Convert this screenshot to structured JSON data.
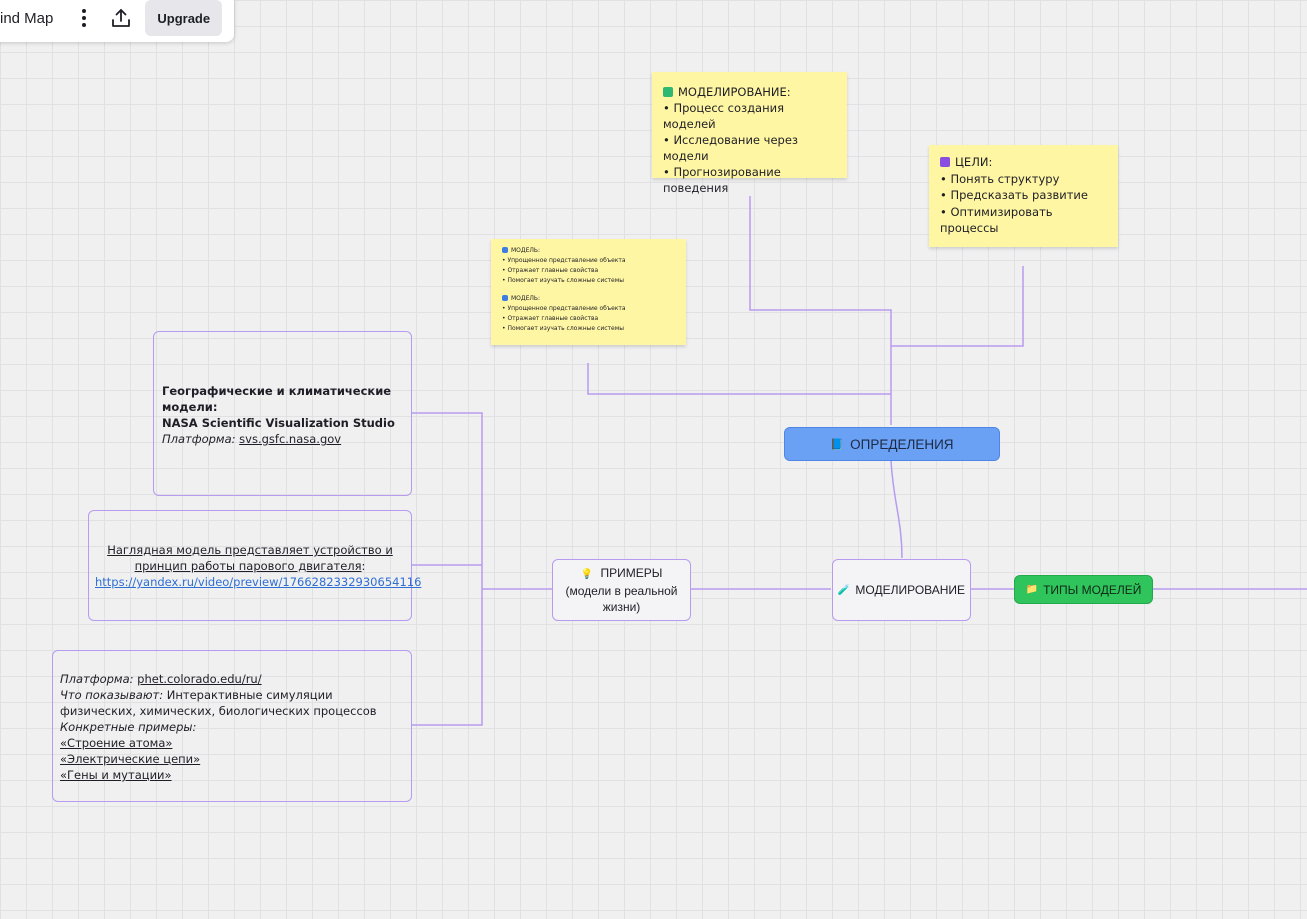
{
  "toolbar": {
    "title": "ind Map",
    "menu_icon": "more-vertical-icon",
    "share_icon": "upload-icon",
    "upgrade_label": "Upgrade"
  },
  "stickies": {
    "modeling": {
      "title": "МОДЕЛИРОВАНИЕ:",
      "title_color": "#2eb872",
      "lines": [
        "• Процесс создания моделей",
        "• Исследование через модели",
        "• Прогнозирование поведения"
      ]
    },
    "goals": {
      "title": "ЦЕЛИ:",
      "title_color": "#8a4fe0",
      "lines": [
        "• Понять структуру",
        "• Предсказать развитие",
        "• Оптимизировать процессы"
      ]
    },
    "model": {
      "block1_title": "МОДЕЛЬ:",
      "block1_lines": [
        "• Упрощенное представление объекта",
        "• Отражает главные свойства",
        "• Помогает изучать сложные системы"
      ],
      "block2_title": "МОДЕЛЬ:",
      "block2_lines": [
        "• Упрощенное представление объекта",
        "• Отражает главные свойства",
        "• Помогает изучать сложные системы"
      ],
      "title_color": "#3b7de0"
    }
  },
  "frames": {
    "geo": {
      "title": "Географические и климатические модели:",
      "subtitle": "NASA Scientific Visualization Studio",
      "platform_label": "Платформа:",
      "platform_link": "svs.gsfc.nasa.gov"
    },
    "steam": {
      "text": "Наглядная модель представляет устройство и принцип работы парового двигателя",
      "colon": ":",
      "url": "https://yandex.ru/video/preview/1766282332930654116"
    },
    "phet": {
      "platform_label": "Платформа:",
      "platform_link": "phet.colorado.edu/ru/",
      "shows_label": "Что показывают:",
      "shows_text": " Интерактивные симуляции физических, химических, биологических процессов",
      "examples_label": "Конкретные примеры:",
      "examples": [
        "«Строение атома»",
        "«Электрические цепи»",
        "«Гены и мутации»"
      ]
    }
  },
  "nodes": {
    "definitions": {
      "emoji": "📘",
      "label": "ОПРЕДЕЛЕНИЯ",
      "color": "#6aa1f5"
    },
    "modeling": {
      "emoji": "🧪",
      "label": "МОДЕЛИРОВАНИЕ"
    },
    "examples": {
      "emoji": "💡",
      "label": "ПРИМЕРЫ",
      "sub": "(модели в реальной жизни)"
    },
    "types": {
      "emoji": "📁",
      "label": "ТИПЫ МОДЕЛЕЙ",
      "color": "#2fc45c"
    }
  },
  "colors": {
    "connector": "#b79bf0",
    "sticky": "#fff6a3"
  }
}
